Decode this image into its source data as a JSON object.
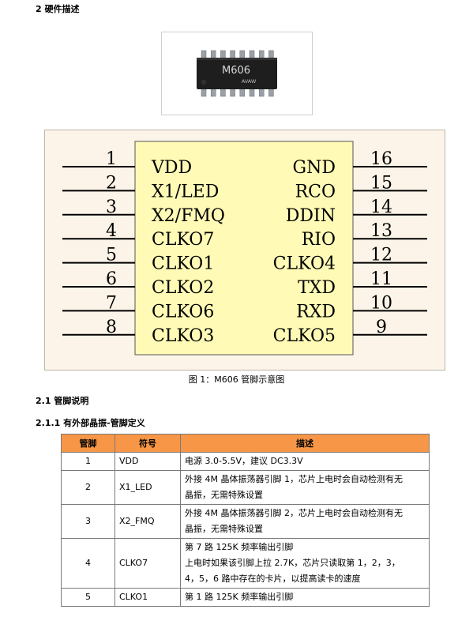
{
  "section_title": "2 硬件描述",
  "chip": {
    "marking": "M606",
    "brand": "AVAW"
  },
  "pinout": {
    "left_pins": [
      {
        "num": "1",
        "name": "VDD"
      },
      {
        "num": "2",
        "name": "X1/LED"
      },
      {
        "num": "3",
        "name": "X2/FMQ"
      },
      {
        "num": "4",
        "name": "CLKO7"
      },
      {
        "num": "5",
        "name": "CLKO1"
      },
      {
        "num": "6",
        "name": "CLKO2"
      },
      {
        "num": "7",
        "name": "CLKO6"
      },
      {
        "num": "8",
        "name": "CLKO3"
      }
    ],
    "right_pins": [
      {
        "num": "16",
        "name": "GND"
      },
      {
        "num": "15",
        "name": "RCO"
      },
      {
        "num": "14",
        "name": "DDIN"
      },
      {
        "num": "13",
        "name": "RIO"
      },
      {
        "num": "12",
        "name": "CLKO4"
      },
      {
        "num": "11",
        "name": "TXD"
      },
      {
        "num": "10",
        "name": "RXD"
      },
      {
        "num": "9",
        "name": "CLKO5"
      }
    ]
  },
  "figure_caption": "图 1：M606 管脚示意图",
  "subsection_title": "2.1  管脚说明",
  "subsubsection_title": "2.1.1  有外部晶振-管脚定义",
  "table": {
    "headers": [
      "管脚",
      "符号",
      "描述"
    ],
    "rows": [
      {
        "pin": "1",
        "symbol": "VDD",
        "desc": [
          "电源 3.0-5.5V，建议 DC3.3V"
        ]
      },
      {
        "pin": "2",
        "symbol": "X1_LED",
        "desc": [
          "外接 4M 晶体振荡器引脚 1，芯片上电时会自动检测有无",
          "晶振，无需特殊设置"
        ]
      },
      {
        "pin": "3",
        "symbol": "X2_FMQ",
        "desc": [
          "外接 4M 晶体振荡器引脚 2，芯片上电时会自动检测有无",
          "晶振，无需特殊设置"
        ]
      },
      {
        "pin": "4",
        "symbol": "CLKO7",
        "desc": [
          "第 7 路 125K 频率输出引脚",
          "上电时如果该引脚上拉 2.7K，芯片只读取第 1，2，3，",
          "4，5，6 路中存在的卡片，以提高读卡的速度"
        ]
      },
      {
        "pin": "5",
        "symbol": "CLKO1",
        "desc": [
          "第 1 路 125K 频率输出引脚"
        ]
      }
    ]
  },
  "colors": {
    "table_header": "#f79646",
    "ic_body": "#fffbb6",
    "diagram_bg": "#fcf4e8"
  }
}
